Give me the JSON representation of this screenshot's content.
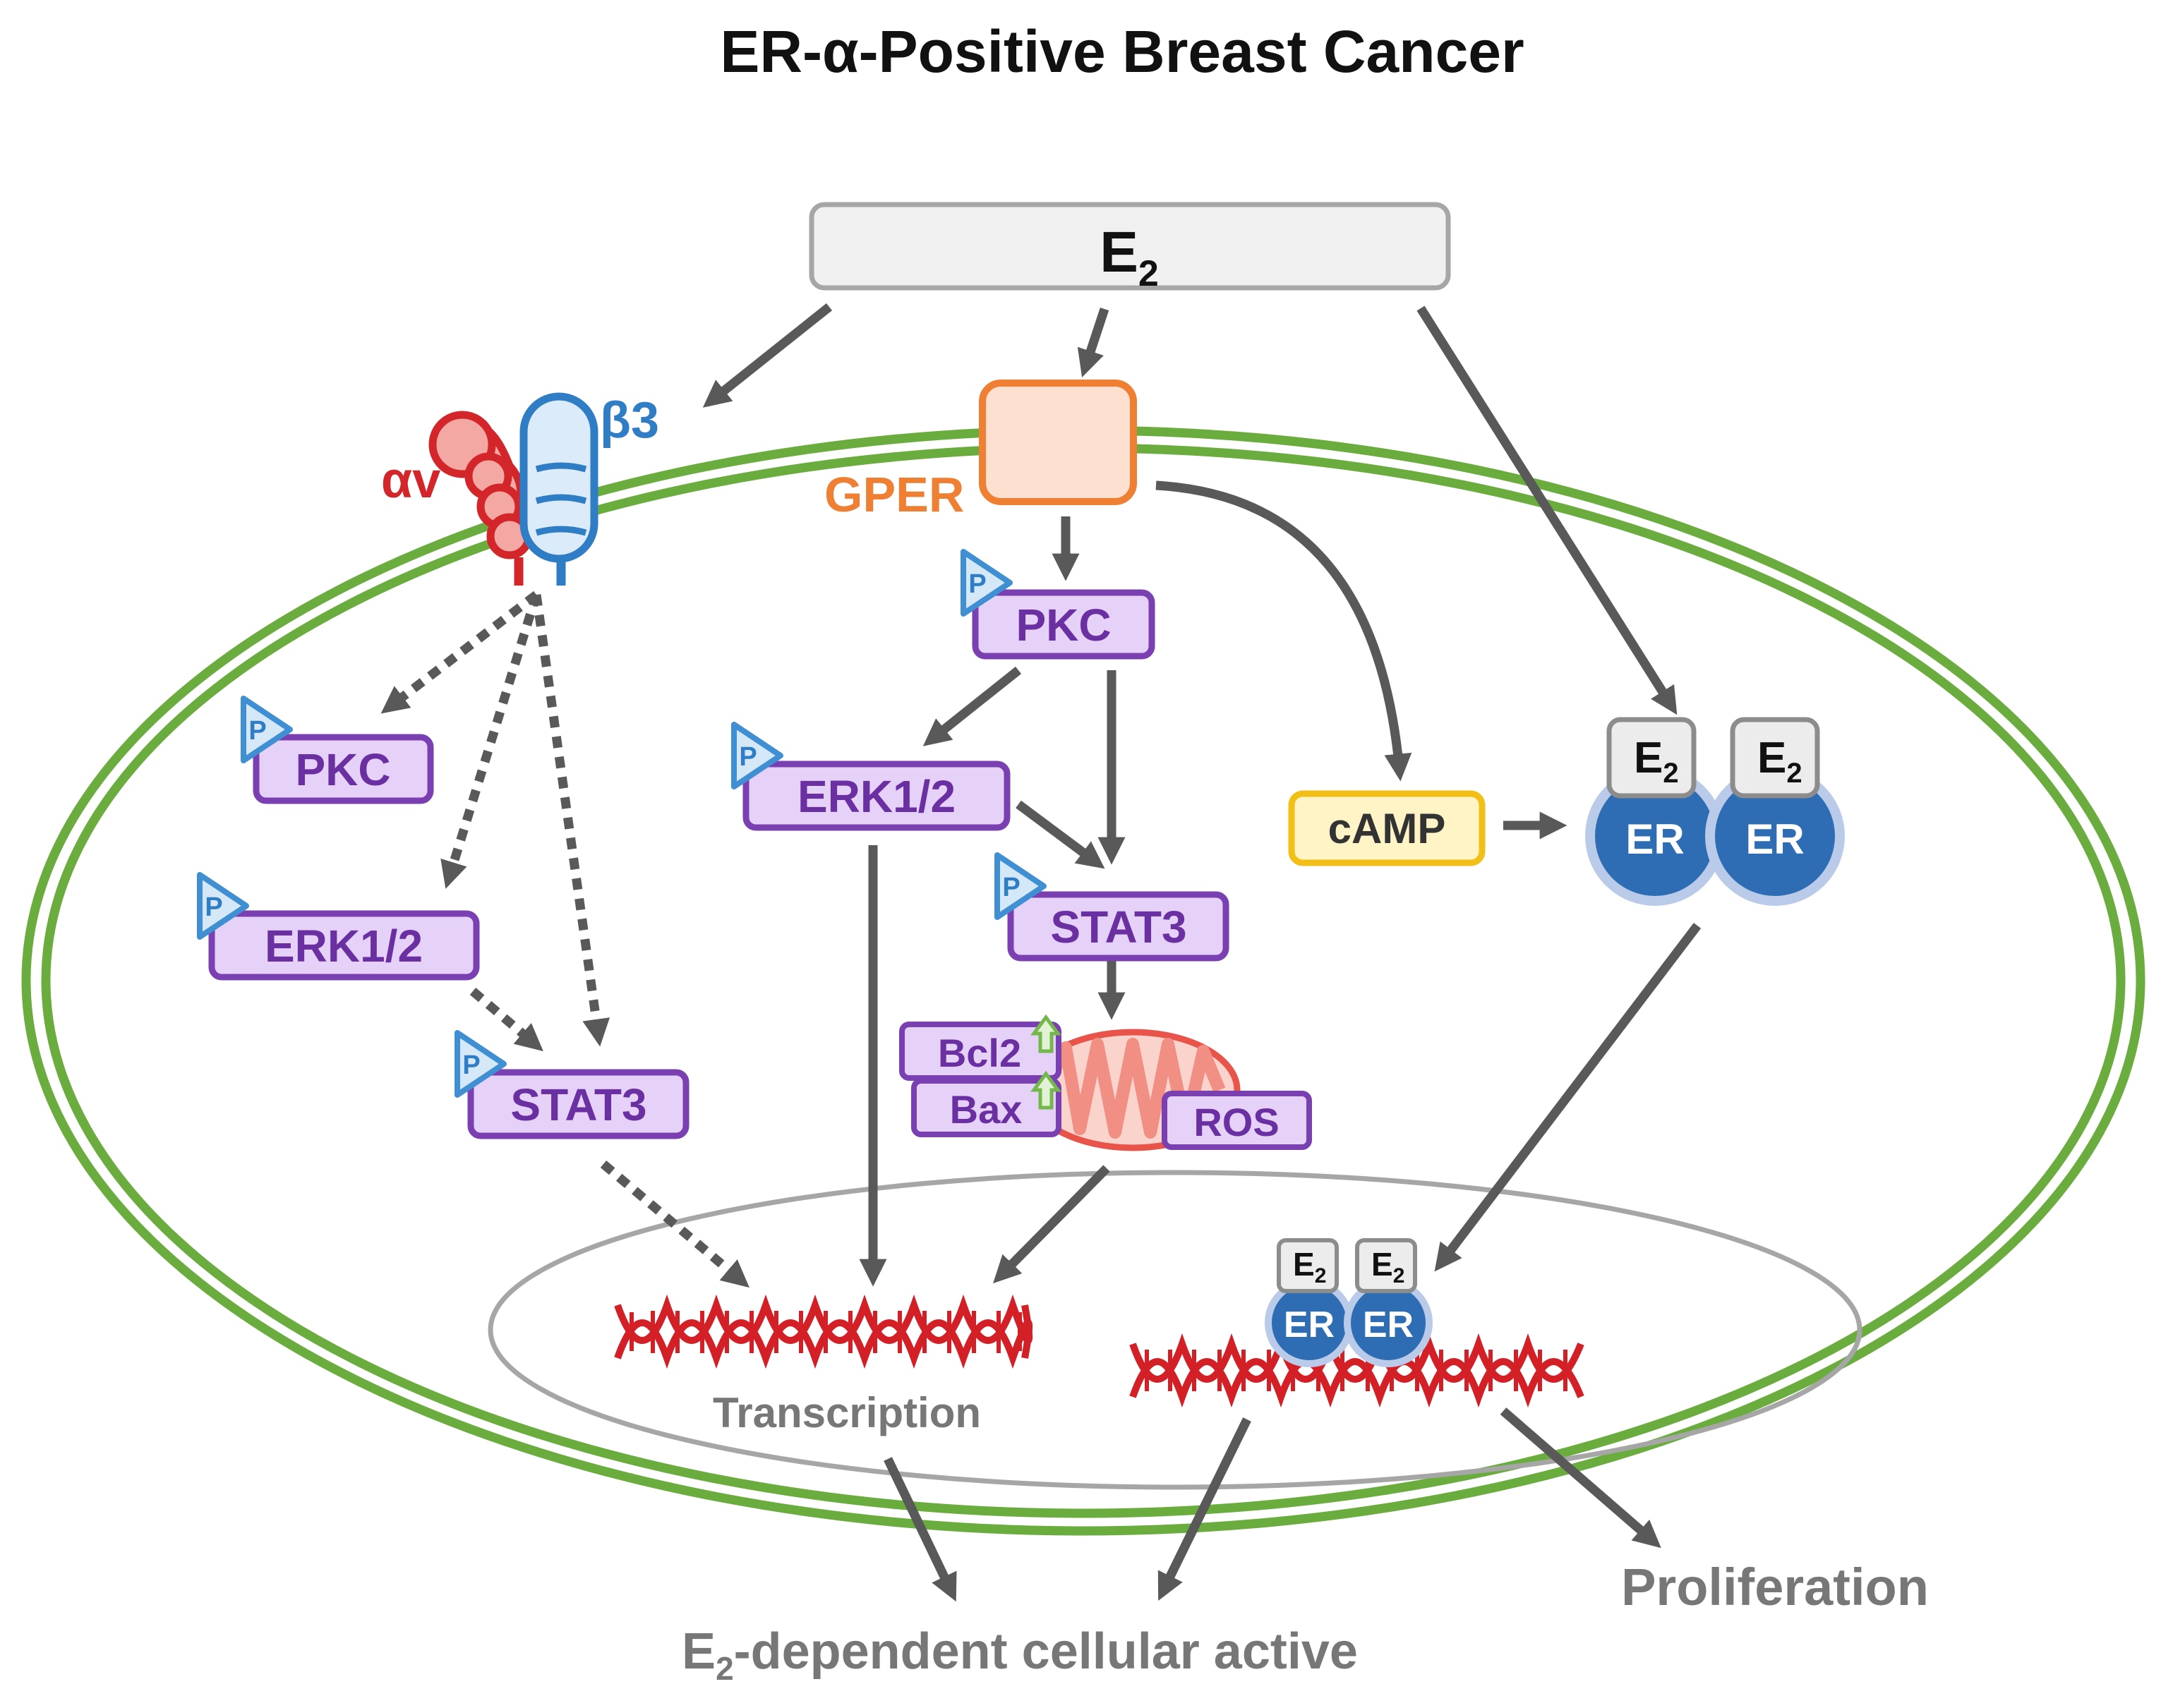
{
  "title": "ER-α-Positive Breast Cancer",
  "ligand": {
    "label": "E",
    "subscript": "2"
  },
  "receptors": {
    "integrin_alpha": "αv",
    "integrin_beta": "β3",
    "gper": "GPER"
  },
  "phospho_label": "P",
  "kinases": {
    "pkc": "PKC",
    "erk": "ERK1/2",
    "stat3": "STAT3"
  },
  "mitochondria": {
    "bcl2": "Bcl2",
    "bax": "Bax",
    "ros": "ROS"
  },
  "camp": "cAMP",
  "er": {
    "label": "ER",
    "ligand": "E",
    "subscript": "2"
  },
  "nucleus": {
    "transcription": "Transcription"
  },
  "outcomes": {
    "proliferation": "Proliferation",
    "cellular_prefix": "E",
    "cellular_sub": "2",
    "cellular_suffix": "-dependent cellular active"
  },
  "colors": {
    "arrow": "#595959",
    "membrane": "#6aad3e",
    "kinase_fill": "#e6d2f9",
    "kinase_stroke": "#7a3fb0",
    "kinase_text": "#6a2fa0",
    "phospho": "#3f8fd2",
    "gper": "#ef8033",
    "integrin_alpha": "#d3262b",
    "integrin_beta": "#2f7dc4",
    "camp_fill": "#fff4c6",
    "camp_stroke": "#f2bf16",
    "er": "#2e6db4",
    "dna": "#d31f26",
    "mito": "#f28f84",
    "upregulated": "#74b74a"
  }
}
